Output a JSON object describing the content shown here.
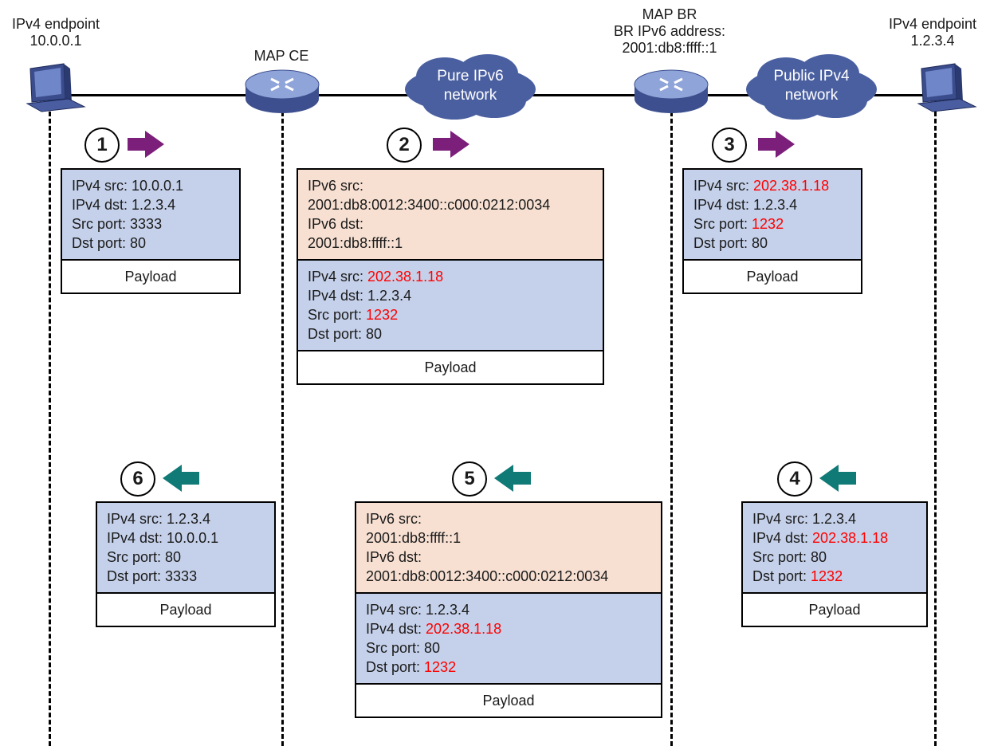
{
  "nodes": {
    "left_endpoint": {
      "line1": "IPv4 endpoint",
      "line2": "10.0.0.1"
    },
    "map_ce": {
      "label": "MAP CE"
    },
    "ipv6_cloud": {
      "line1": "Pure IPv6",
      "line2": "network"
    },
    "map_br": {
      "line1": "MAP BR",
      "line2": "BR IPv6 address:",
      "line3": "2001:db8:ffff::1"
    },
    "ipv4_cloud": {
      "line1": "Public IPv4",
      "line2": "network"
    },
    "right_endpoint": {
      "line1": "IPv4 endpoint",
      "line2": "1.2.3.4"
    }
  },
  "steps": [
    "1",
    "2",
    "3",
    "4",
    "5",
    "6"
  ],
  "colors": {
    "forward_arrow": "#7b1f7a",
    "return_arrow": "#0f7a76",
    "ipv4_header": "#c5d1ea",
    "ipv6_header": "#f7e0d2",
    "cloud": "#4a5fa0",
    "translated_value": "#ff0000"
  },
  "packets": {
    "p1": {
      "ipv4": [
        {
          "k": "IPv4 src: ",
          "v": "10.0.0.1"
        },
        {
          "k": "IPv4 dst: ",
          "v": "1.2.3.4"
        },
        {
          "k": "Src port: ",
          "v": "3333"
        },
        {
          "k": "Dst port: ",
          "v": "80"
        }
      ],
      "payload": "Payload"
    },
    "p2": {
      "ipv6": [
        "IPv6 src:",
        "2001:db8:0012:3400::c000:0212:0034",
        "IPv6 dst:",
        "2001:db8:ffff::1"
      ],
      "ipv4": [
        {
          "k": "IPv4 src: ",
          "v": "202.38.1.18"
        },
        {
          "k": "IPv4 dst: ",
          "v": "1.2.3.4"
        },
        {
          "k": "Src port: ",
          "v": "1232"
        },
        {
          "k": "Dst port: ",
          "v": "80"
        }
      ],
      "payload": "Payload"
    },
    "p3": {
      "ipv4": [
        {
          "k": "IPv4 src: ",
          "v": "202.38.1.18"
        },
        {
          "k": "IPv4 dst: ",
          "v": "1.2.3.4"
        },
        {
          "k": "Src port: ",
          "v": "1232"
        },
        {
          "k": "Dst port: ",
          "v": "80"
        }
      ],
      "payload": "Payload"
    },
    "p4": {
      "ipv4": [
        {
          "k": "IPv4 src: ",
          "v": "1.2.3.4"
        },
        {
          "k": "IPv4 dst: ",
          "v": "202.38.1.18"
        },
        {
          "k": "Src port: ",
          "v": "80"
        },
        {
          "k": "Dst port: ",
          "v": "1232"
        }
      ],
      "payload": "Payload"
    },
    "p5": {
      "ipv6": [
        "IPv6 src:",
        "2001:db8:ffff::1",
        "IPv6 dst:",
        "2001:db8:0012:3400::c000:0212:0034"
      ],
      "ipv4": [
        {
          "k": "IPv4 src: ",
          "v": "1.2.3.4"
        },
        {
          "k": "IPv4 dst: ",
          "v": "202.38.1.18"
        },
        {
          "k": "Src port: ",
          "v": "80"
        },
        {
          "k": "Dst port: ",
          "v": "1232"
        }
      ],
      "payload": "Payload"
    },
    "p6": {
      "ipv4": [
        {
          "k": "IPv4 src: ",
          "v": "1.2.3.4"
        },
        {
          "k": "IPv4 dst: ",
          "v": "10.0.0.1"
        },
        {
          "k": "Src port: ",
          "v": "80"
        },
        {
          "k": "Dst port: ",
          "v": "3333"
        }
      ],
      "payload": "Payload"
    }
  }
}
